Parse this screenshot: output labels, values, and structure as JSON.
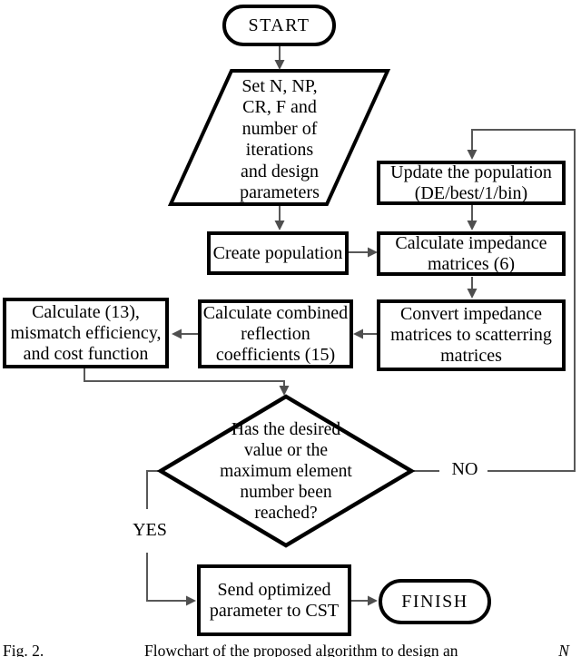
{
  "figure": {
    "caption_fig": "Fig. 2.",
    "caption_text": "Flowchart of the proposed algorithm to design an",
    "caption_var": "N",
    "colors": {
      "shape_border": "#000000",
      "connector": "#585858",
      "arrowhead": "#4f4f4f",
      "background": "#ffffff",
      "text": "#000000"
    }
  },
  "nodes": {
    "start": {
      "type": "terminator",
      "label": "START"
    },
    "set_params": {
      "type": "input",
      "label": "Set N, NP,\nCR, F and\nnumber of\niterations\nand design\nparameters"
    },
    "update_population": {
      "type": "process",
      "label": "Update the population\n(DE/best/1/bin)"
    },
    "create_population": {
      "type": "process",
      "label": "Create population"
    },
    "calc_impedance": {
      "type": "process",
      "label": "Calculate impedance\nmatrices (6)"
    },
    "calc_mismatch": {
      "type": "process",
      "label": "Calculate (13),\nmismatch efficiency,\nand cost function"
    },
    "calc_reflection": {
      "type": "process",
      "label": "Calculate combined\nreflection\ncoefficients (15)"
    },
    "convert_impedance": {
      "type": "process",
      "label": "Convert impedance\nmatrices to scatterring\nmatrices"
    },
    "decision": {
      "type": "decision",
      "label": "Has the desired\nvalue or the\nmaximum element\nnumber been\nreached?"
    },
    "send_cst": {
      "type": "process",
      "label": "Send optimized\nparameter to CST"
    },
    "finish": {
      "type": "terminator",
      "label": "FINISH"
    }
  },
  "branches": {
    "yes": "YES",
    "no": "NO"
  }
}
